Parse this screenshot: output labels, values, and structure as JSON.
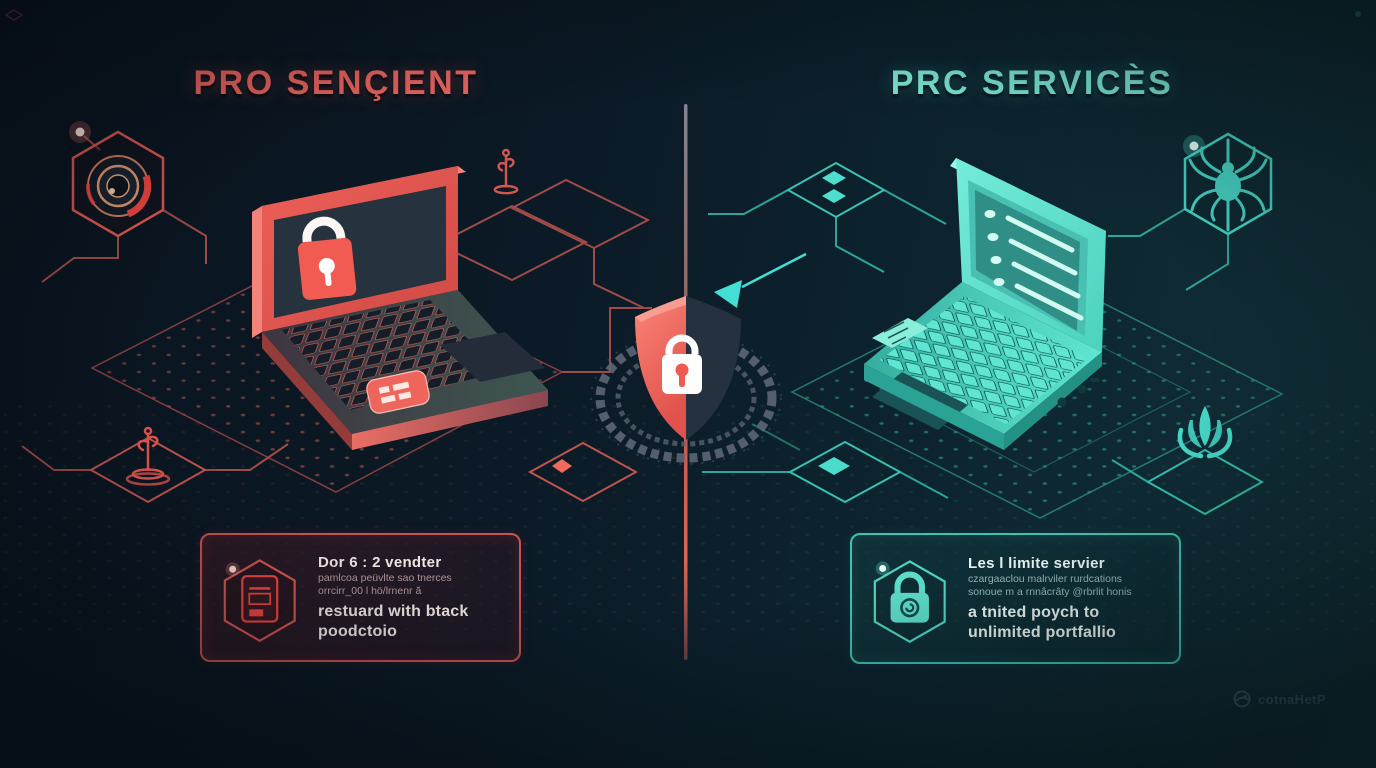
{
  "left": {
    "title": "PRO SENÇIENT",
    "accent": "#ef6661",
    "card": {
      "heading": "Dor 6 : 2 vendter",
      "sub1": "pamlcoa peüvlte sao tnerces",
      "sub2": "orrcirr_00 l hö/lrnenr ă",
      "bold1": "restuard with btack",
      "bold2": "poodctoio",
      "icon": "document-hexagon-icon"
    },
    "icons": [
      "scanner-lens-hexagon-icon",
      "red-totem-icon",
      "totem-diamond-icon",
      "locked-laptop-illustration"
    ]
  },
  "right": {
    "title": "PRC SERVICÈS",
    "accent": "#7bead9",
    "card": {
      "heading": "Les l limite servier",
      "sub1": "czargaaclou malrviler rurdcations",
      "sub2": "sonoue m a rnnâcrâty @rbrlit honis",
      "bold1": "a tnited poych to",
      "bold2": "unlimited portfallio",
      "icon": "padlock-hexagon-icon"
    },
    "icons": [
      "spider-hexagon-icon",
      "guardian-hands-diamond-icon",
      "checklist-laptop-illustration"
    ]
  },
  "center": {
    "icon": "shield-lock-icon",
    "shield_color": "#f2635a",
    "ring_color": "#5d6673",
    "arrow_color": "#43dfd5"
  },
  "watermark": {
    "label": "cotnaHetP",
    "icon": "globe-logo-icon"
  },
  "background": {
    "left_tone": "#0b1723",
    "right_tone": "#123139",
    "divider_top": "#848b97",
    "divider_bottom": "#e56a5a"
  }
}
